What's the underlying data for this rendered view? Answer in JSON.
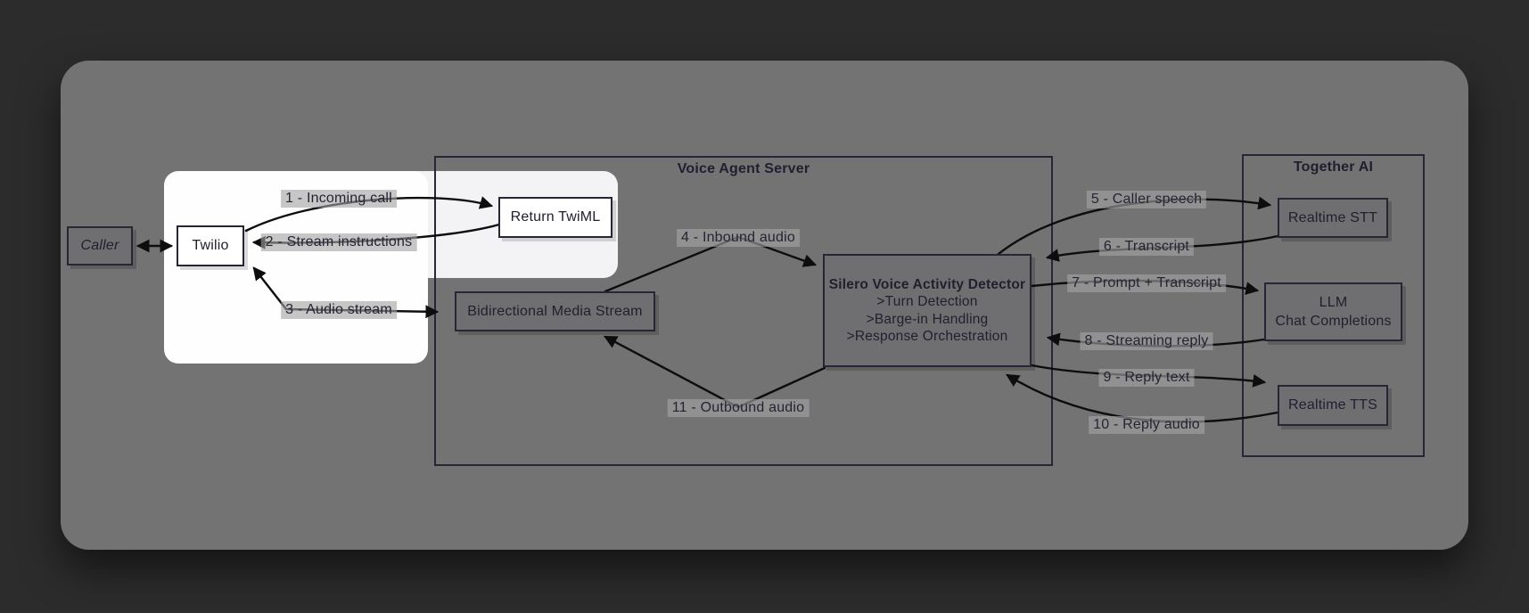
{
  "diagram": {
    "containers": {
      "voice_agent_server": {
        "label": "Voice Agent Server"
      },
      "together_ai": {
        "label": "Together AI"
      }
    },
    "nodes": {
      "caller": {
        "label": "Caller"
      },
      "twilio": {
        "label": "Twilio"
      },
      "return_twiml": {
        "label": "Return TwiML"
      },
      "bidirectional_media_stream": {
        "label": "Bidirectional Media Stream"
      },
      "silero": {
        "title": "Silero Voice Activity Detector",
        "items": [
          ">Turn Detection",
          ">Barge-in Handling",
          ">Response Orchestration"
        ]
      },
      "realtime_stt": {
        "label": "Realtime STT"
      },
      "llm": {
        "line1": "LLM",
        "line2": "Chat Completions"
      },
      "realtime_tts": {
        "label": "Realtime TTS"
      }
    },
    "edge_labels": {
      "e1": "1 - Incoming call",
      "e2": "2 - Stream instructions",
      "e3": "3 - Audio stream",
      "e4": "4 - Inbound audio",
      "e5": "5 - Caller speech",
      "e6": "6 - Transcript",
      "e7": "7 - Prompt + Transcript",
      "e8": "8 - Streaming reply",
      "e9": "9 - Reply text",
      "e10": "10 - Reply audio",
      "e11": "11 - Outbound audio"
    },
    "colors": {
      "page_background": "#2c2c2c",
      "panel_background": "#737373",
      "spotlight": "#ffffff",
      "node_border": "#262637",
      "node_fill_gray": "#6f6f72",
      "node_fill_white": "#ffffff",
      "edge_stroke": "#0d0d0d",
      "edge_label_background": "rgba(163,163,163,0.62)",
      "text": "#20202f"
    }
  }
}
